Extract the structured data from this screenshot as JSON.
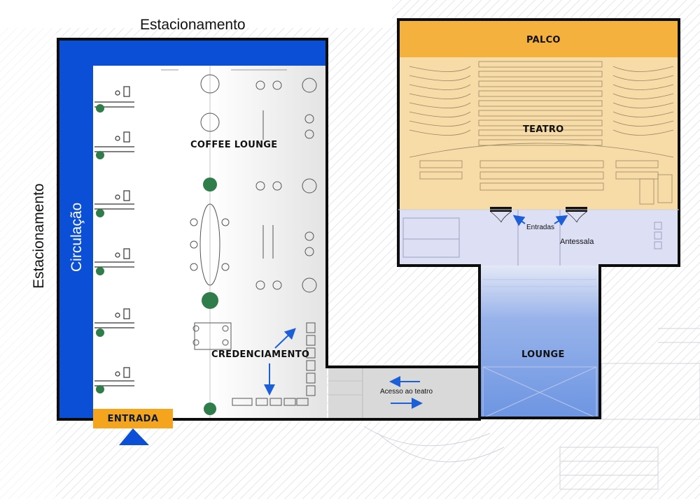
{
  "labels": {
    "parking_top": "Estacionamento",
    "parking_left": "Estacionamento",
    "circulation": "Circulação",
    "coffee_lounge": "COFFEE LOUNGE",
    "credentialing": "CREDENCIAMENTO",
    "entrance": "ENTRADA",
    "stage": "PALCO",
    "theater": "TEATRO",
    "entries": "Entradas",
    "foyer": "Antessala",
    "lounge": "LOUNGE",
    "theater_access": "Acesso ao teatro"
  },
  "colors": {
    "wall": "#0d0d0d",
    "circulation_blue": "#0a4fd6",
    "stage_orange": "#f4b13d",
    "theater_beige": "#f7dca7",
    "foyer_lavender": "#dde0f5",
    "lounge_blue": "#6d95e2",
    "corridor_gray": "#d9d9d9",
    "arrow_blue": "#1d5fd6",
    "plant_green": "#2f7d4a"
  }
}
